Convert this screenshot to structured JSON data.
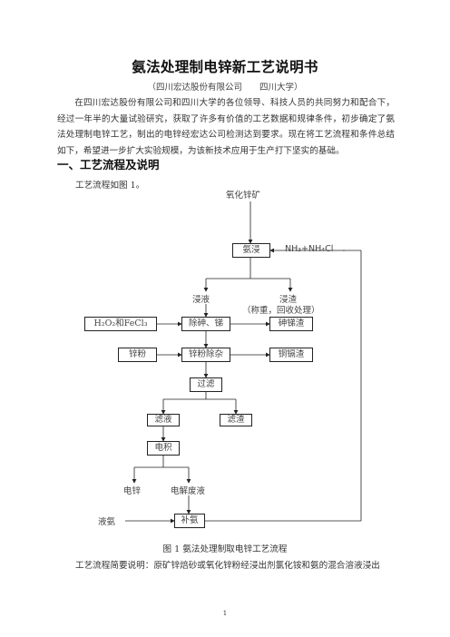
{
  "title": "氨法处理制电锌新工艺说明书",
  "subtitle": "（四川宏达股份有限公司　　四川大学）",
  "intro": "在四川宏达股份有限公司和四川大学的各位领导、科技人员的共同努力和配合下，经过一年半的大量试验研究，获取了许多有价值的工艺数据和规律条件，初步确定了氨法处理制电锌工艺，制出的电锌经宏达公司检测达到要求。现在将工艺流程和条件总结如下，希望进一步扩大实验规模，为该新技术应用于生产打下坚实的基础。",
  "section1": "一、工艺流程及说明",
  "flow_intro": "工艺流程如图 1。",
  "diagram": {
    "ore": "氧化锌矿",
    "leach": "氨浸",
    "leach_agent": "NH₃+NH₄Cl",
    "leachate": "浸液",
    "residue": "浸渣",
    "residue_note": "（称重，回收处理）",
    "oxidant": "H₂O₂和FeCl₃",
    "remove_as_sb": "除砷、锑",
    "as_sb_residue": "砷锑渣",
    "zinc_powder": "锌粉",
    "zinc_purify": "锌粉除杂",
    "cu_cd_residue": "铜镉渣",
    "filter": "过滤",
    "filtrate": "滤液",
    "filter_residue": "滤渣",
    "electrowin": "电积",
    "zinc_product": "电锌",
    "spent_electrolyte": "电解废液",
    "liquid_ammonia": "液氨",
    "replenish": "补氨"
  },
  "caption": "图 1  氨法处理制取电锌工艺流程",
  "after_text": "工艺流程简要说明：原矿锌焙砂或氧化锌粉经浸出剂氯化铵和氨的混合溶液浸出",
  "page_number": "1"
}
